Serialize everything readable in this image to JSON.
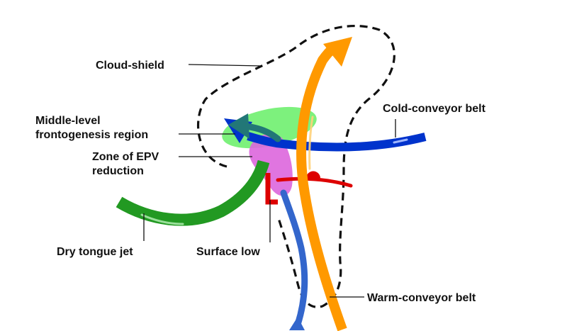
{
  "labels": {
    "cloud_shield": "Cloud-shield",
    "middle_level_1": "Middle-level",
    "middle_level_2": "frontogenesis region",
    "zone_epv_1": "Zone of EPV",
    "zone_epv_2": "reduction",
    "cold_conveyor": "Cold-conveyor belt",
    "dry_tongue": "Dry tongue jet",
    "surface_low": "Surface low",
    "warm_conveyor": "Warm-conveyor belt"
  },
  "colors": {
    "warm_conveyor": "#FF9900",
    "cold_conveyor": "#0033CC",
    "lower_cold_branch": "#3366CC",
    "dry_tongue": "#229922",
    "frontogenesis_region": "#66EE66",
    "epv_zone": "#DD66DD",
    "surface_front": "#DD0000",
    "dark_green_arrow": "#227777",
    "cloud_outline": "#111111"
  }
}
